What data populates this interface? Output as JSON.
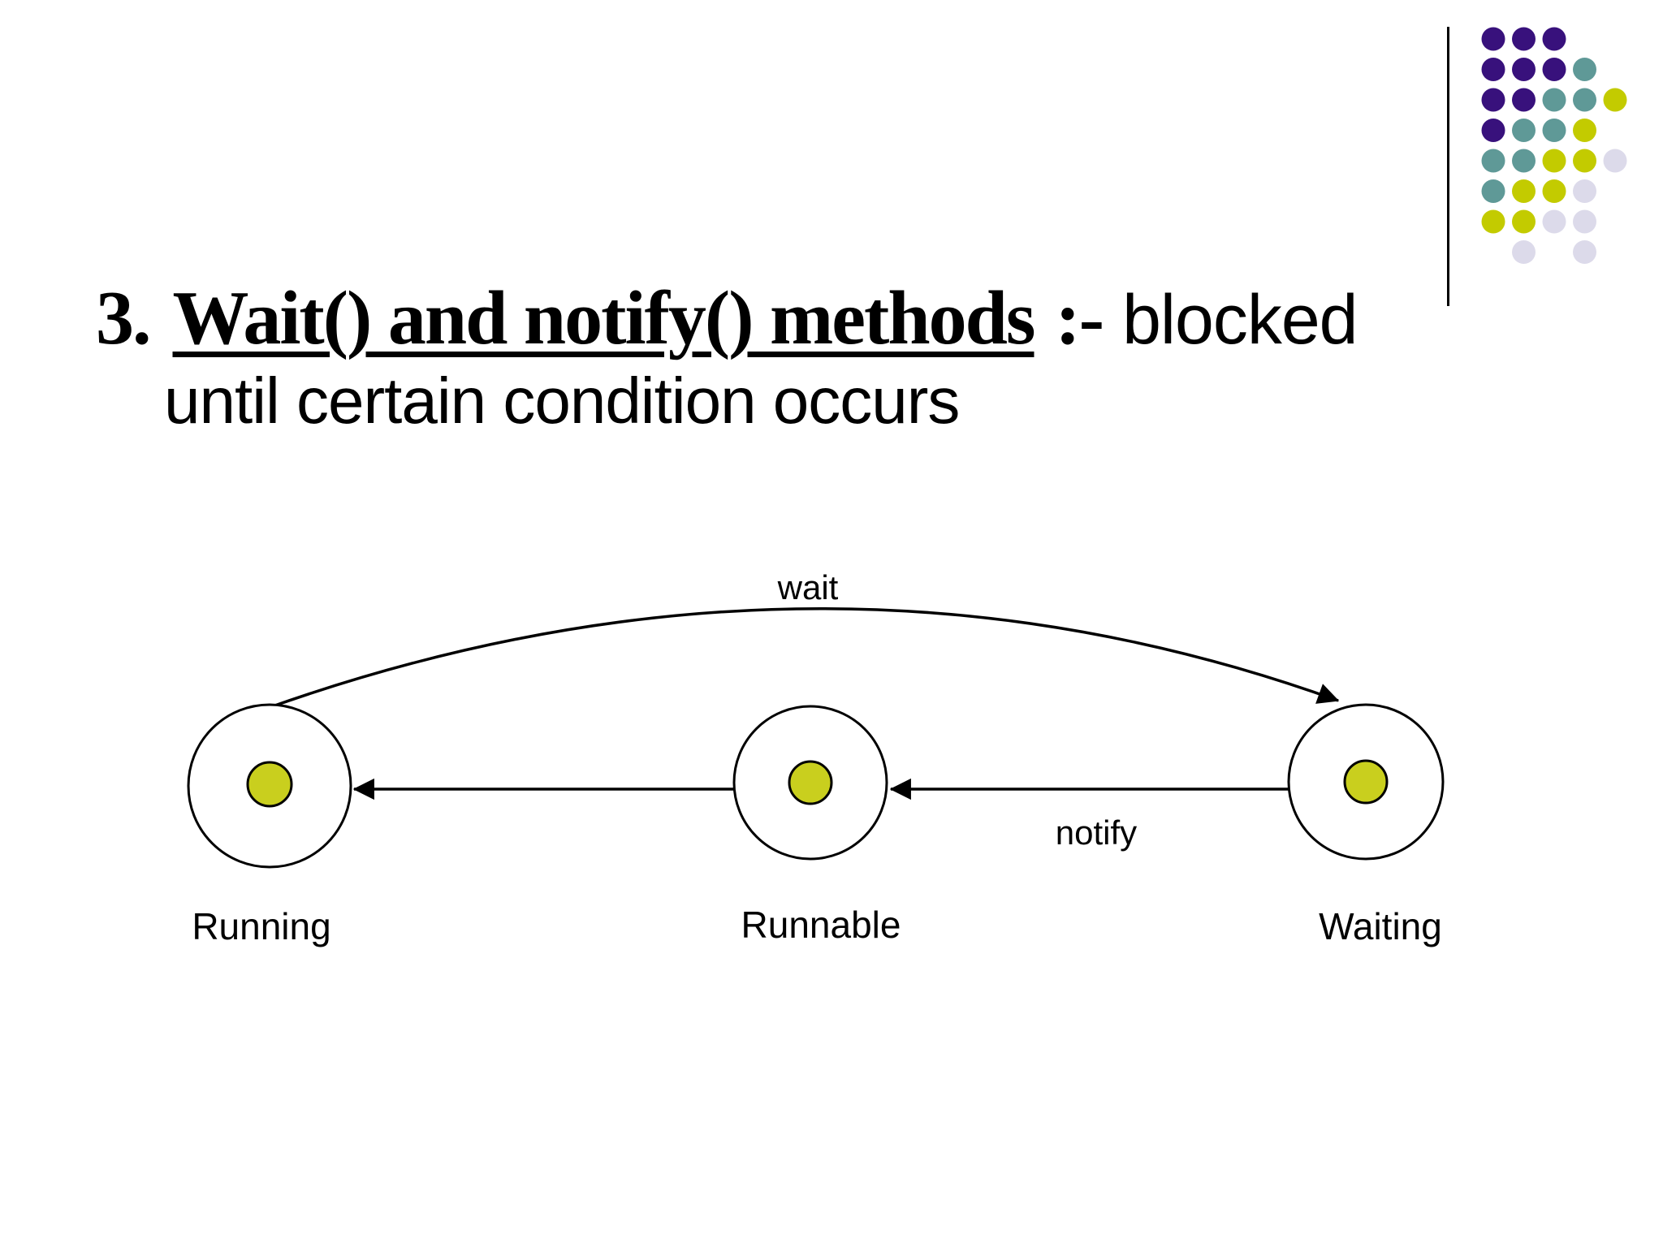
{
  "title": {
    "number": "3.",
    "underlined": "Wait() and notify() methods",
    "separator": ":-",
    "tail": "blocked",
    "line2": "until certain condition occurs"
  },
  "diagram": {
    "states": [
      {
        "id": "running",
        "label": "Running"
      },
      {
        "id": "runnable",
        "label": "Runnable"
      },
      {
        "id": "waiting",
        "label": "Waiting"
      }
    ],
    "transitions": [
      {
        "id": "wait",
        "label": "wait",
        "from": "running",
        "to": "waiting"
      },
      {
        "id": "notify",
        "label": "notify",
        "from": "waiting",
        "to": "runnable"
      },
      {
        "id": "dispatch",
        "label": "",
        "from": "runnable",
        "to": "running"
      }
    ],
    "state_fill": "#ffffff",
    "state_center_fill": "#c9cf1e",
    "stroke_color": "#000000"
  },
  "decoration": {
    "divider_line_color": "#000000",
    "dots": {
      "palette": {
        "P": "#38117c",
        "T": "#5f9997",
        "Y": "#c3cb00",
        "L": "#dcdaea"
      },
      "grid": [
        "PPP..",
        "PPPT.",
        "PPTTY",
        "PTTY.",
        "TTYYL",
        "TYYL.",
        "YYLL.",
        ".L.L."
      ]
    }
  }
}
